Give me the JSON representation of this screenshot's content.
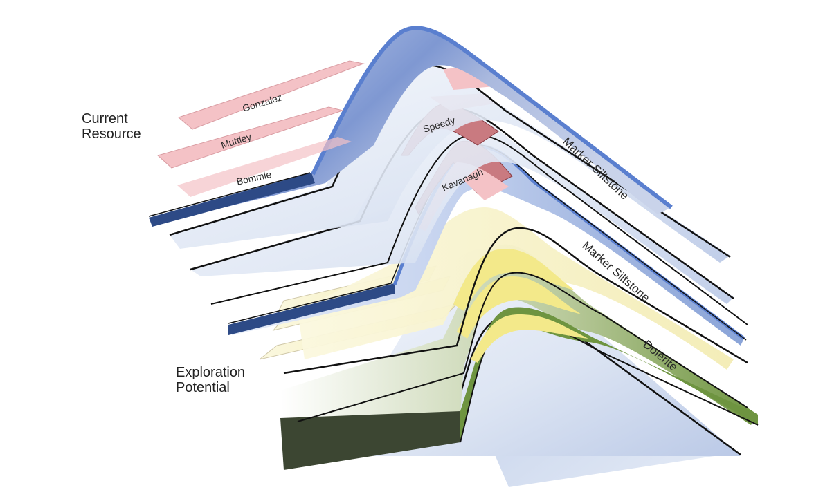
{
  "groups": {
    "current": {
      "line1": "Current",
      "line2": "Resource"
    },
    "exploration": {
      "line1": "Exploration",
      "line2": "Potential"
    }
  },
  "lodes": {
    "gonzalez": "Gonzalez",
    "muttley": "Muttley",
    "bommie": "Bommie",
    "speedy": "Speedy",
    "kavanagh": "Kavanagh"
  },
  "units": {
    "marker_upper": "Marker Siltstone",
    "marker_lower": "Marker Siltstone",
    "dolerite": "Dolerite"
  },
  "colors": {
    "marker_siltstone": "#5a7fcf",
    "marker_dark": "#2d4a86",
    "ore_lode": "#f4c2c6",
    "ore_lode_dark": "#c97a80",
    "dolerite": "#6e9440",
    "dolerite_dark": "#3c4632",
    "yellow_beds": "#f5eeb0",
    "sediment": "#dfe6f2"
  }
}
